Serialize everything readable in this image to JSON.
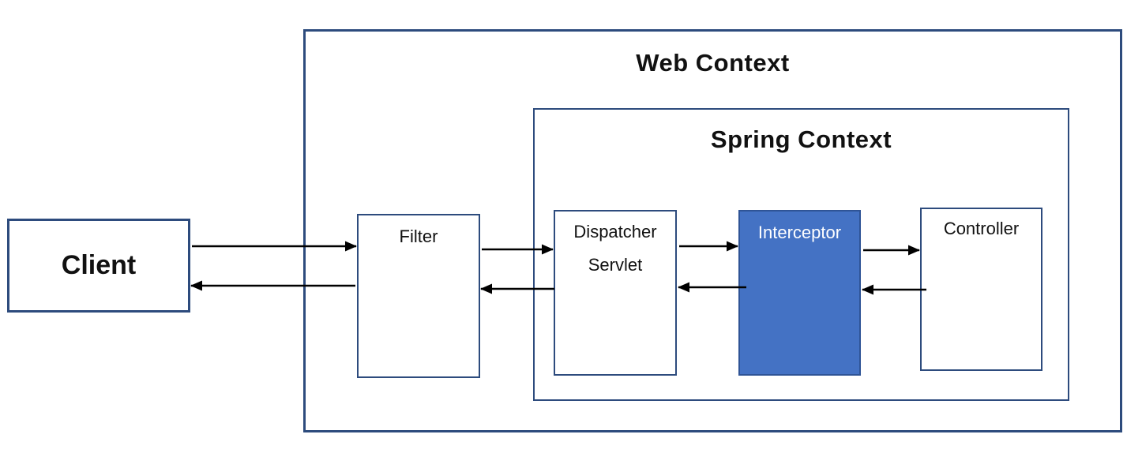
{
  "diagram": {
    "client": {
      "label": "Client"
    },
    "web_context": {
      "title": "Web Context"
    },
    "spring_context": {
      "title": "Spring Context"
    },
    "filter": {
      "label": "Filter"
    },
    "dispatcher_servlet": {
      "label_line1": "Dispatcher",
      "label_line2": "Servlet"
    },
    "interceptor": {
      "label": "Interceptor"
    },
    "controller": {
      "label": "Controller"
    },
    "connections": [
      {
        "from": "client",
        "to": "filter"
      },
      {
        "from": "filter",
        "to": "client"
      },
      {
        "from": "filter",
        "to": "dispatcher-servlet"
      },
      {
        "from": "dispatcher-servlet",
        "to": "filter"
      },
      {
        "from": "dispatcher-servlet",
        "to": "interceptor"
      },
      {
        "from": "interceptor",
        "to": "dispatcher-servlet"
      },
      {
        "from": "interceptor",
        "to": "controller"
      },
      {
        "from": "controller",
        "to": "interceptor"
      }
    ],
    "colors": {
      "box_border": "#2d4b7d",
      "interceptor_fill": "#4472c4",
      "interceptor_border": "#2f5496",
      "interceptor_text": "#ffffff",
      "arrow": "#000000",
      "text": "#111111"
    }
  }
}
